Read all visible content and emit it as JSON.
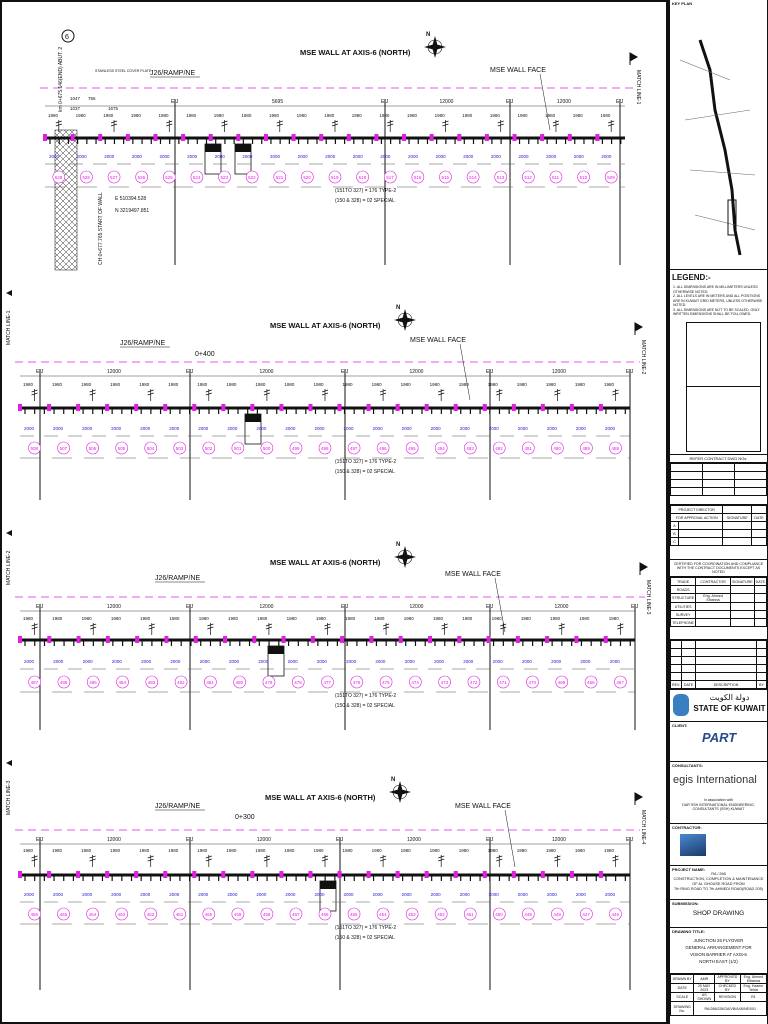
{
  "panels": [
    {
      "title": "MSE WALL AT AXIS-6 (NORTH)",
      "ramp": "J26/RAMP/NE",
      "face": "MSE WALL FACE",
      "chainage": "",
      "north": "N",
      "notes": [
        "(151TO 327) = 176 TYPE-2",
        "(150 & 328) = 02 SPECIAL"
      ],
      "dims": [
        "5695",
        "12000",
        "12000",
        "12000"
      ],
      "panel_width": "1980",
      "spacing": "2000",
      "panel_ids": [
        "529",
        "528",
        "527",
        "526",
        "525",
        "524",
        "523",
        "522",
        "521",
        "520",
        "519",
        "518",
        "517",
        "516",
        "515",
        "514",
        "513",
        "512",
        "511",
        "510",
        "509"
      ],
      "extra": {
        "axis": "6",
        "abut": "km 0+675.146(END) ABUT. 2",
        "start": "CH:0+677.765 START OF WALL",
        "cover": "STAINLESS STEEL COVER PLATE",
        "easting": "E 510394.528",
        "northing": "N 3219497.851",
        "ej_a": "1047",
        "ej_b": "1037",
        "ej_c": "756",
        "first": "1675"
      },
      "match": "MATCH LINE-1"
    },
    {
      "title": "MSE WALL AT AXIS-6 (NORTH)",
      "ramp": "J26/RAMP/NE",
      "face": "MSE WALL FACE",
      "chainage": "0+400",
      "north": "N",
      "notes": [
        "(151TO 327) = 176 TYPE-2",
        "(150 & 328) = 02 SPECIAL"
      ],
      "dims": [
        "12000",
        "12000",
        "12000",
        "12000"
      ],
      "panel_width": "1980",
      "spacing": "2000",
      "panel_ids": [
        "508",
        "507",
        "506",
        "505",
        "504",
        "503",
        "502",
        "501",
        "500",
        "499",
        "498",
        "497",
        "496",
        "495",
        "494",
        "493",
        "492",
        "491",
        "490",
        "489",
        "488"
      ],
      "match_left": "MATCH LINE-1",
      "match": "MATCH LINE-2"
    },
    {
      "title": "MSE WALL AT AXIS-6 (NORTH)",
      "ramp": "J26/RAMP/NE",
      "face": "MSE WALL FACE",
      "chainage": "",
      "north": "N",
      "notes": [
        "(151TO 327) = 176 TYPE-2",
        "(150 & 328) = 02 SPECIAL"
      ],
      "dims": [
        "12000",
        "12000",
        "12000",
        "12000"
      ],
      "panel_width": "1980",
      "spacing": "2000",
      "panel_ids": [
        "487",
        "486",
        "485",
        "484",
        "483",
        "482",
        "481",
        "480",
        "479",
        "478",
        "477",
        "476",
        "475",
        "474",
        "473",
        "472",
        "471",
        "470",
        "469",
        "468",
        "467"
      ],
      "match_left": "MATCH LINE-2",
      "match": "MATCH LINE-3"
    },
    {
      "title": "MSE WALL AT AXIS-6 (NORTH)",
      "ramp": "J26/RAMP/NE",
      "face": "MSE WALL FACE",
      "chainage": "0+300",
      "north": "N",
      "notes": [
        "(151TO 327) = 176 TYPE-2",
        "(150 & 328) = 02 SPECIAL"
      ],
      "dims": [
        "12000",
        "12000",
        "12000",
        "12000"
      ],
      "panel_width": "1980",
      "spacing": "2000",
      "panel_ids": [
        "466",
        "465",
        "464",
        "463",
        "462",
        "461",
        "460",
        "459",
        "458",
        "457",
        "456",
        "455",
        "454",
        "453",
        "452",
        "451",
        "450",
        "449",
        "448",
        "447",
        "446"
      ],
      "match_left": "MATCH LINE-3",
      "match": "MATCH LINE-4"
    }
  ],
  "ej_label": "E.J",
  "colors": {
    "magenta": "#e020e0",
    "blue": "#2020d0",
    "ink": "#111111"
  },
  "title_block": {
    "key_plan": "KEY PLAN",
    "legend": "LEGEND:-",
    "legend_notes": [
      "1. ALL DIMENSIONS ARE IN MILLIMETERS UNLESS OTHERWISE NOTED.",
      "2. ALL LEVELS ARE IN METERS AND ALL POSITIONS ARE IN KUWAIT GRID METERS, UNLESS OTHERWISE NOTED.",
      "3. ALL DIMENSIONS ARE NOT TO BE SCALED, ONLY WRITTEN DIMENSIONS SHALL BE FOLLOWED."
    ],
    "refer": "REFER CONTRACT DWG NOs.",
    "project_director": "PROJECT DIRECTOR",
    "approval_headers": [
      "FOR APPROVAL ACTION",
      "SIGNATURE",
      "DATE"
    ],
    "approval_rows": [
      "A",
      "B",
      "C"
    ],
    "certified": "CERTIFIED FOR COORDINATION AND COMPLIANCE WITH THE CONTRACT DOCUMENTS EXCEPT AS NOTED",
    "trade_headers": [
      "TRADE",
      "CONTRACTOR",
      "SIGNATURE",
      "DATE"
    ],
    "trades": [
      {
        "t": "ROADS",
        "c": ""
      },
      {
        "t": "STRUCTURE",
        "c": "Eng. Ahmed Elbanna"
      },
      {
        "t": "UTILITIES",
        "c": ""
      },
      {
        "t": "SURVEY",
        "c": ""
      },
      {
        "t": "TELEPHONE",
        "c": ""
      }
    ],
    "rev_headers": [
      "REV.",
      "DATE",
      "DESCRIPTION",
      "BY"
    ],
    "state_ar": "دولة الكويت",
    "state": "STATE OF KUWAIT",
    "client": "CLIENT:",
    "client_logo": "PART",
    "consultants": "CONSULTANTS:",
    "consultant_logo": "egis International",
    "consultant_assoc": "in association with",
    "consultant_partner": "DAR SSH INTERNATIONAL ENGINEERING, CONSULTANTS (SSH) KUWAIT",
    "contractor": "CONTRACTOR:",
    "project_name_label": "PROJECT NAME:",
    "project_name": [
      "RA / 268",
      "CONSTRUCTION, COMPLETION & MAINTENANCE",
      "OF AL GHOUSE ROAD FROM",
      "7th RING ROAD TO 7th AHMEDI ROAD(ROAD 205)"
    ],
    "submission_label": "SUBMISSION:",
    "submission": "SHOP DRAWING",
    "drawing_title_label": "DRAWING TITLE:",
    "drawing_title": [
      "JUNCTION 26 FLYOVER",
      "GENERAL ARRANGEMENT FOR",
      "VISION BARRIER AT AXIS-6",
      "NORTH EAST (1/2)"
    ],
    "info": [
      [
        "DRAWN BY",
        "AMR",
        "APPROVED BY",
        "Eng. Ahmed Elbanna"
      ],
      [
        "DATE",
        "20 MAY 2023",
        "CHECKED BY",
        "Eng. Hazem Yehia"
      ],
      [
        "SCALE",
        "AS SHOWN",
        "REVISION",
        "R1"
      ]
    ],
    "drawing_no_label": "DRAWING No.",
    "drawing_no": "RA/268/J26/GA/VB/AX6/NE/001"
  }
}
